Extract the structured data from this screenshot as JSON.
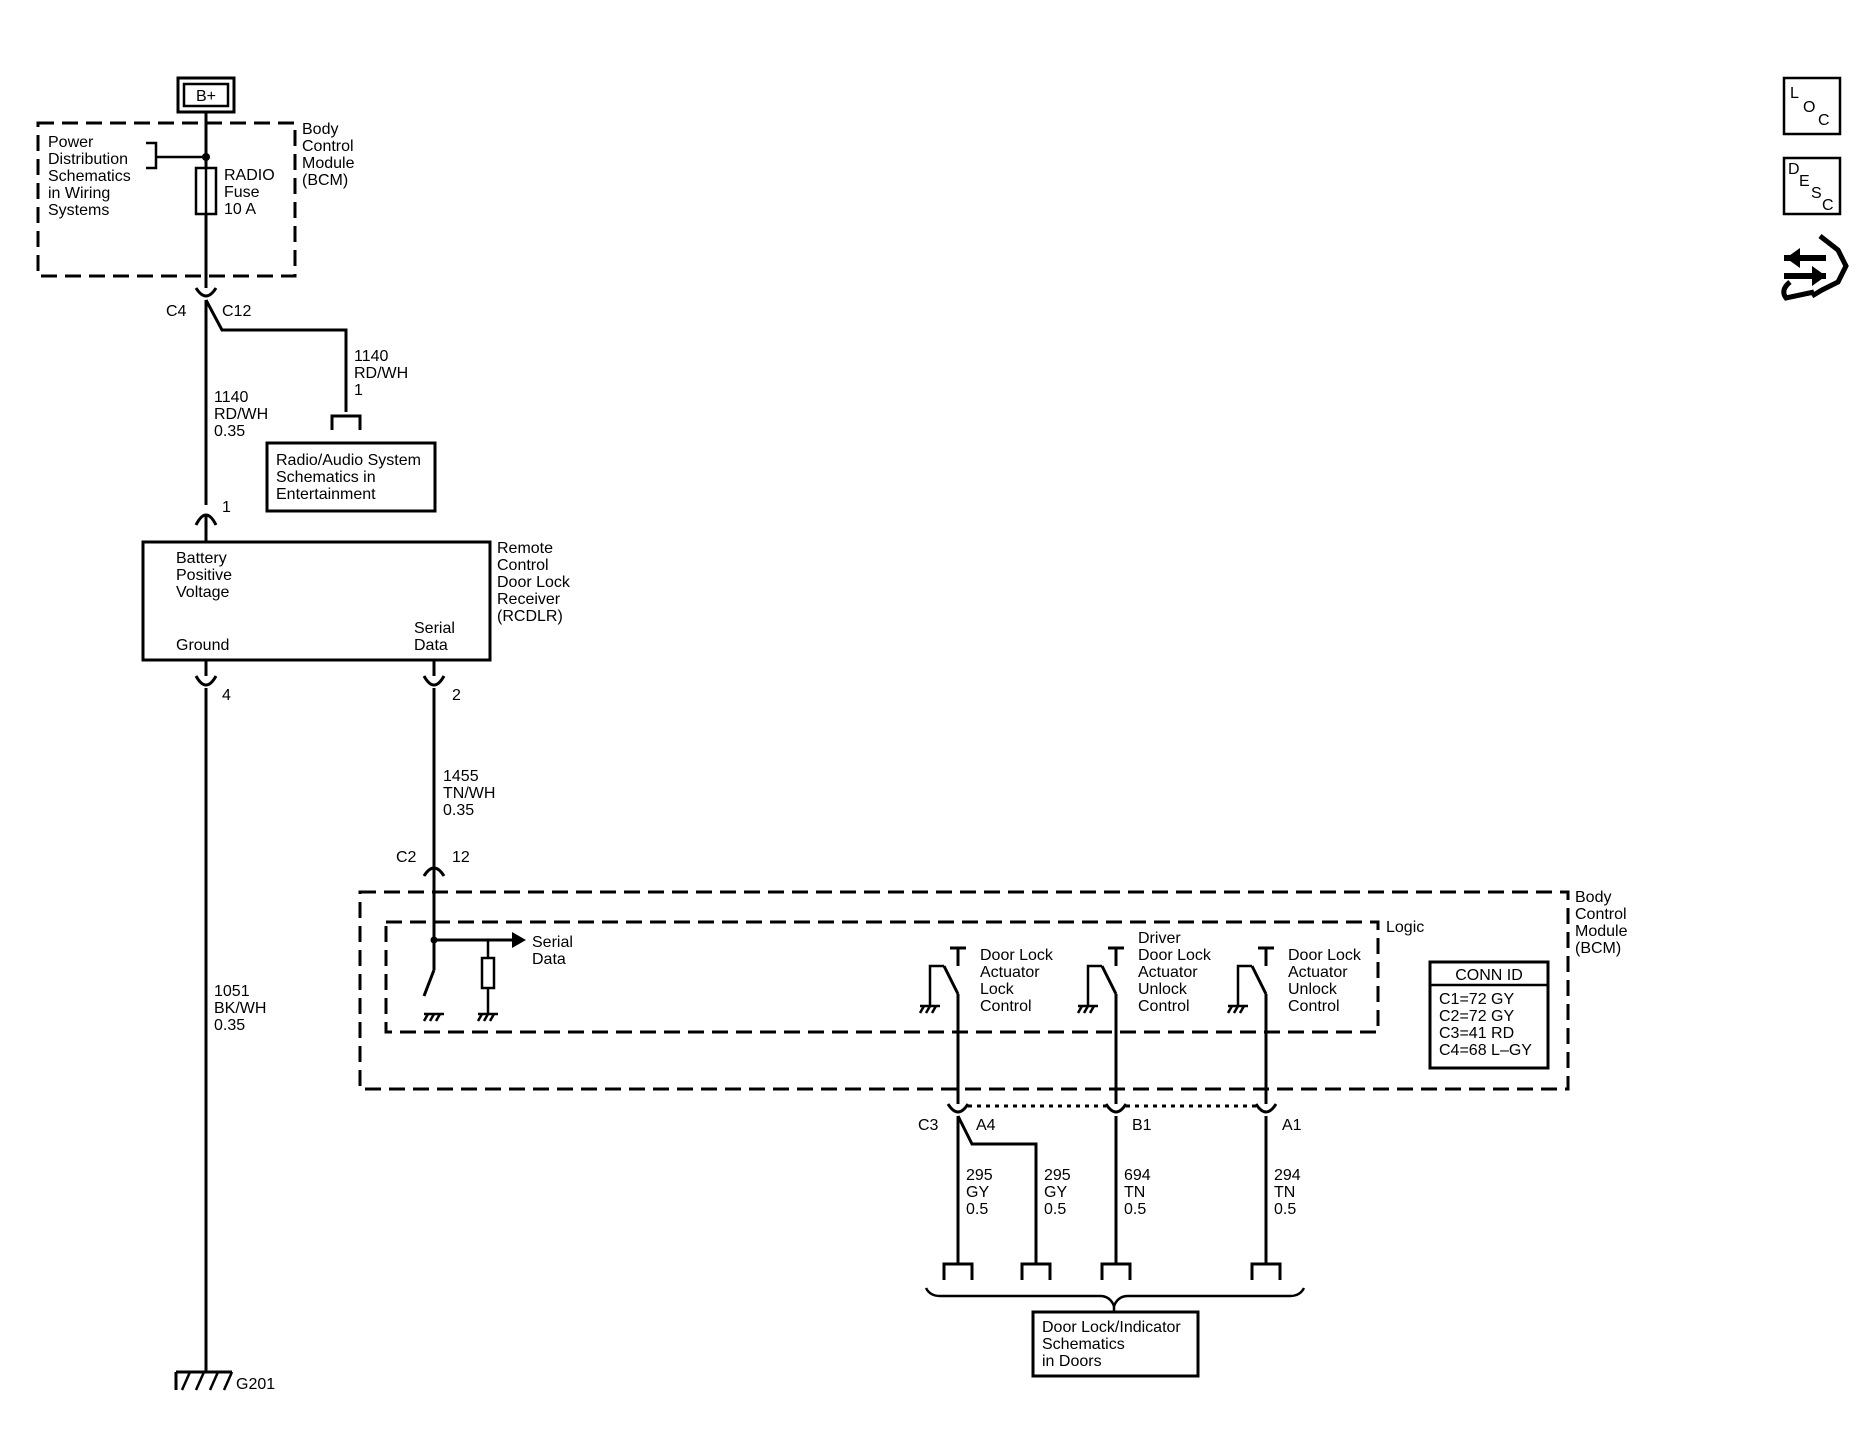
{
  "battery": {
    "label": "B+"
  },
  "bcm_top": {
    "name": [
      "Body",
      "Control",
      "Module",
      "(BCM)"
    ],
    "power_ref": [
      "Power",
      "Distribution",
      "Schematics",
      "in Wiring",
      "Systems"
    ],
    "fuse": [
      "RADIO",
      "Fuse",
      "10 A"
    ]
  },
  "connectors": {
    "c4": "C4",
    "c12": "C12",
    "c2": "C2",
    "c2_pin": "12",
    "c3": "C3",
    "a4": "A4",
    "b1": "B1",
    "a1": "A1",
    "rcdlr_pin1": "1",
    "rcdlr_pin4": "4",
    "rcdlr_pin2": "2"
  },
  "wires": {
    "w1140_radio": [
      "1140",
      "RD/WH",
      "1"
    ],
    "w1140_main": [
      "1140",
      "RD/WH",
      "0.35"
    ],
    "w1455": [
      "1455",
      "TN/WH",
      "0.35"
    ],
    "w1051": [
      "1051",
      "BK/WH",
      "0.35"
    ],
    "w295_a": [
      "295",
      "GY",
      "0.5"
    ],
    "w295_b": [
      "295",
      "GY",
      "0.5"
    ],
    "w694": [
      "694",
      "TN",
      "0.5"
    ],
    "w294": [
      "294",
      "TN",
      "0.5"
    ]
  },
  "radio_ref": [
    "Radio/Audio System",
    "Schematics in",
    "Entertainment"
  ],
  "rcdlr": {
    "name": [
      "Remote",
      "Control",
      "Door Lock",
      "Receiver",
      "(RCDLR)"
    ],
    "battery_label": [
      "Battery",
      "Positive",
      "Voltage"
    ],
    "ground_label": "Ground",
    "serial_label": [
      "Serial",
      "Data"
    ]
  },
  "bcm_bottom": {
    "name": [
      "Body",
      "Control",
      "Module",
      "(BCM)"
    ],
    "logic": "Logic",
    "serial_data": [
      "Serial",
      "Data"
    ],
    "switch_lock": [
      "Door Lock",
      "Actuator",
      "Lock",
      "Control"
    ],
    "switch_driver_unlock": [
      "Driver",
      "Door Lock",
      "Actuator",
      "Unlock",
      "Control"
    ],
    "switch_unlock": [
      "Door Lock",
      "Actuator",
      "Unlock",
      "Control"
    ],
    "conn_id_title": "CONN ID",
    "conn_id_rows": [
      "C1=72 GY",
      "C2=72 GY",
      "C3=41 RD",
      "C4=68 L–GY"
    ]
  },
  "door_ref": [
    "Door Lock/Indicator",
    "Schematics",
    "in Doors"
  ],
  "ground": {
    "label": "G201"
  },
  "icons": {
    "loc": [
      "L",
      "O",
      "C"
    ],
    "desc": [
      "D",
      "E",
      "S",
      "C"
    ]
  }
}
